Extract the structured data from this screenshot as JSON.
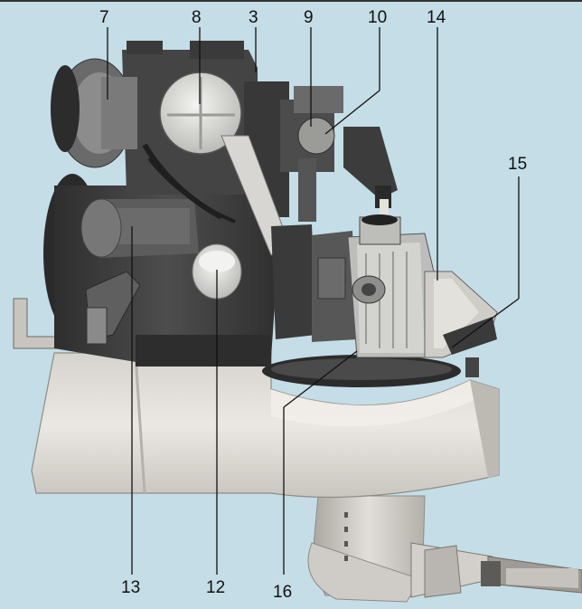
{
  "callouts": {
    "c7": "7",
    "c8": "8",
    "c3": "3",
    "c9": "9",
    "c10": "10",
    "c14": "14",
    "c15": "15",
    "c13": "13",
    "c12": "12",
    "c16": "16"
  },
  "colors": {
    "background": "#c4dde6",
    "engine_dark": "#3b3b3b",
    "engine_mid": "#5a5a5a",
    "housing": "#e6e3de",
    "housing_shade": "#bdbab4",
    "leader": "#111111"
  }
}
